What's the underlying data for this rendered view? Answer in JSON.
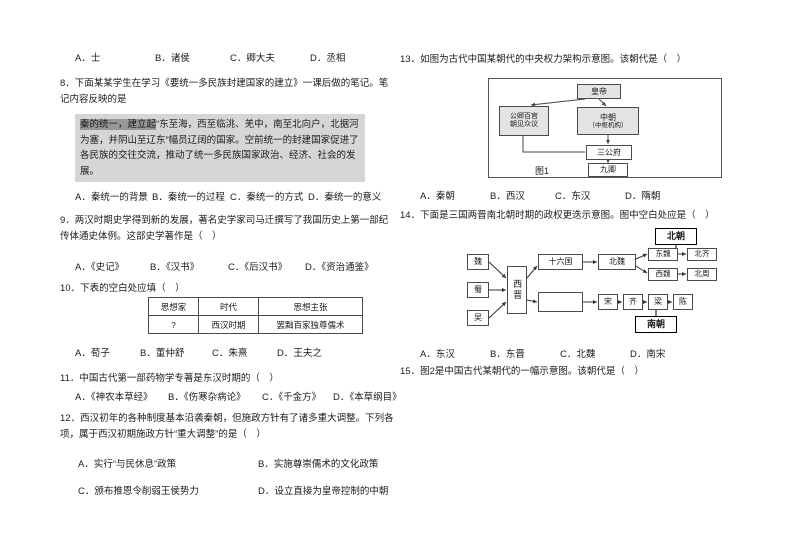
{
  "left": {
    "prev_options": [
      "A．士",
      "B．诸侯",
      "C．卿大夫",
      "D．丞相"
    ],
    "q8": {
      "stem": "8．下面某某学生在学习《要统一多民族封建国家的建立》一课后做的笔记。笔记内容反映的是",
      "note_lead": "秦的统一，建立起",
      "note_body": "“东至海，西至临洮、羌中，南至北向户，北据河为塞，并阴山至辽东”幅员辽阔的国家。空前统一的封建国家促进了各民族的交往交流，推动了统一多民族国家政治、经济、社会的发展。",
      "options": [
        "A．秦统一的背景",
        "B．秦统一的过程",
        "C．秦统一的方式",
        "D．秦统一的意义"
      ]
    },
    "q9": {
      "stem": "9．两汉时期史学得到新的发展，著名史学家司马迁撰写了我国历史上第一部纪传体通史体例。这部史学著作是（　）",
      "options": [
        "A．《史记》",
        "B．《汉书》",
        "C．《后汉书》",
        "D．《资治通鉴》"
      ]
    },
    "q10": {
      "stem": "10．下表的空白处应填（　）",
      "table": {
        "headers": [
          "思想家",
          "时代",
          "思想主张"
        ],
        "row": [
          "?",
          "西汉时期",
          "罢黜百家独尊儒术"
        ]
      },
      "options": [
        "A．荀子",
        "B．董仲舒",
        "C．朱熹",
        "D．王夫之"
      ]
    },
    "q11": {
      "stem": "11．中国古代第一部药物学专著是东汉时期的（　）",
      "options": [
        "A．《神农本草经》",
        "B．《伤寒杂病论》",
        "C．《千金方》",
        "D．《本草纲目》"
      ]
    },
    "q12": {
      "stem": "12．西汉初年的各种制度基本沿袭秦朝，但施政方针有了诸多重大调整。下列各项，属于西汉初期施政方针“重大调整”的是（　）",
      "options": [
        "A．实行“与民休息”政策",
        "B．实施尊崇儒术的文化政策",
        "C．颁布推恩令削弱王侯势力",
        "D．设立直接为皇帝控制的中朝"
      ]
    }
  },
  "right": {
    "q13": {
      "stem": "13．如图为古代中国某朝代的中央权力架构示意图。该朝代是（　）",
      "diagram": {
        "emperor": "皇帝",
        "outer_line1": "公卿百官",
        "outer_line2": "朝见众议",
        "inner_line1": "中朝",
        "inner_line2": "（中枢机构）",
        "sangong": "三公府",
        "jiuqing": "九卿",
        "caption": "图1"
      },
      "options": [
        "A．秦朝",
        "B．西汉",
        "C．东汉",
        "D．隋朝"
      ]
    },
    "q14": {
      "stem": "14．下面是三国两晋南北朝时期的政权更迭示意图。图中空白处应是（　）",
      "diagram": {
        "wei": "魏",
        "shu": "蜀",
        "wu": "吴",
        "xijin": "西晋",
        "shiliuguo": "十六国",
        "beiwei": "北魏",
        "beichao": "北朝",
        "dongwei": "东魏",
        "beiqi": "北齐",
        "xiwei": "西魏",
        "beizhou": "北周",
        "song": "宋",
        "qi": "齐",
        "liang": "梁",
        "chen": "陈",
        "nanchao": "南朝"
      },
      "options": [
        "A．东汉",
        "B．东晋",
        "C．北魏",
        "D．南宋"
      ]
    },
    "q15": {
      "stem": "15．图2是中国古代某朝代的一幅示意图。该朝代是（　）"
    }
  }
}
